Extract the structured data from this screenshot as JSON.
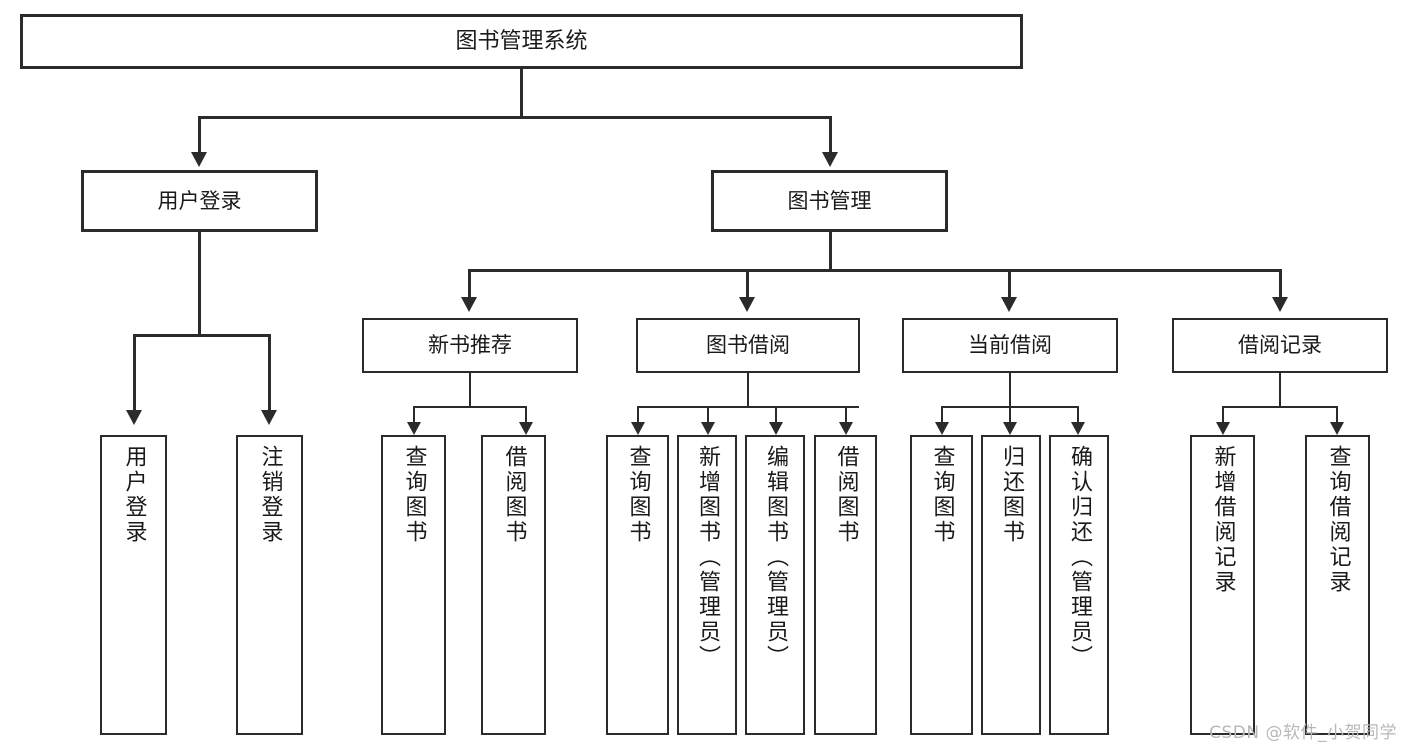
{
  "diagram": {
    "type": "tree-hierarchy",
    "title": "图书管理系统",
    "orientation": "top-down",
    "colors": {
      "stroke": "#2b2b2b",
      "fill": "#ffffff",
      "text": "#1a1a1a",
      "watermark": "#b8b8b8"
    },
    "root": {
      "label": "图书管理系统"
    },
    "level2": [
      {
        "label": "用户登录"
      },
      {
        "label": "图书管理"
      }
    ],
    "level3": [
      {
        "label": "新书推荐"
      },
      {
        "label": "图书借阅"
      },
      {
        "label": "当前借阅"
      },
      {
        "label": "借阅记录"
      }
    ],
    "leaves": {
      "user_login": [
        {
          "label": "用户登录"
        },
        {
          "label": "注销登录"
        }
      ],
      "new_book_recommend": [
        {
          "label": "查询图书"
        },
        {
          "label": "借阅图书"
        }
      ],
      "book_borrow": [
        {
          "label": "查询图书"
        },
        {
          "label": "新增图书（管理员）"
        },
        {
          "label": "编辑图书（管理员）"
        },
        {
          "label": "借阅图书"
        }
      ],
      "current_borrow": [
        {
          "label": "查询图书"
        },
        {
          "label": "归还图书"
        },
        {
          "label": "确认归还（管理员）"
        }
      ],
      "borrow_record": [
        {
          "label": "新增借阅记录"
        },
        {
          "label": "查询借阅记录"
        }
      ]
    }
  },
  "watermark": {
    "text": "CSDN @软件_小贺同学"
  }
}
